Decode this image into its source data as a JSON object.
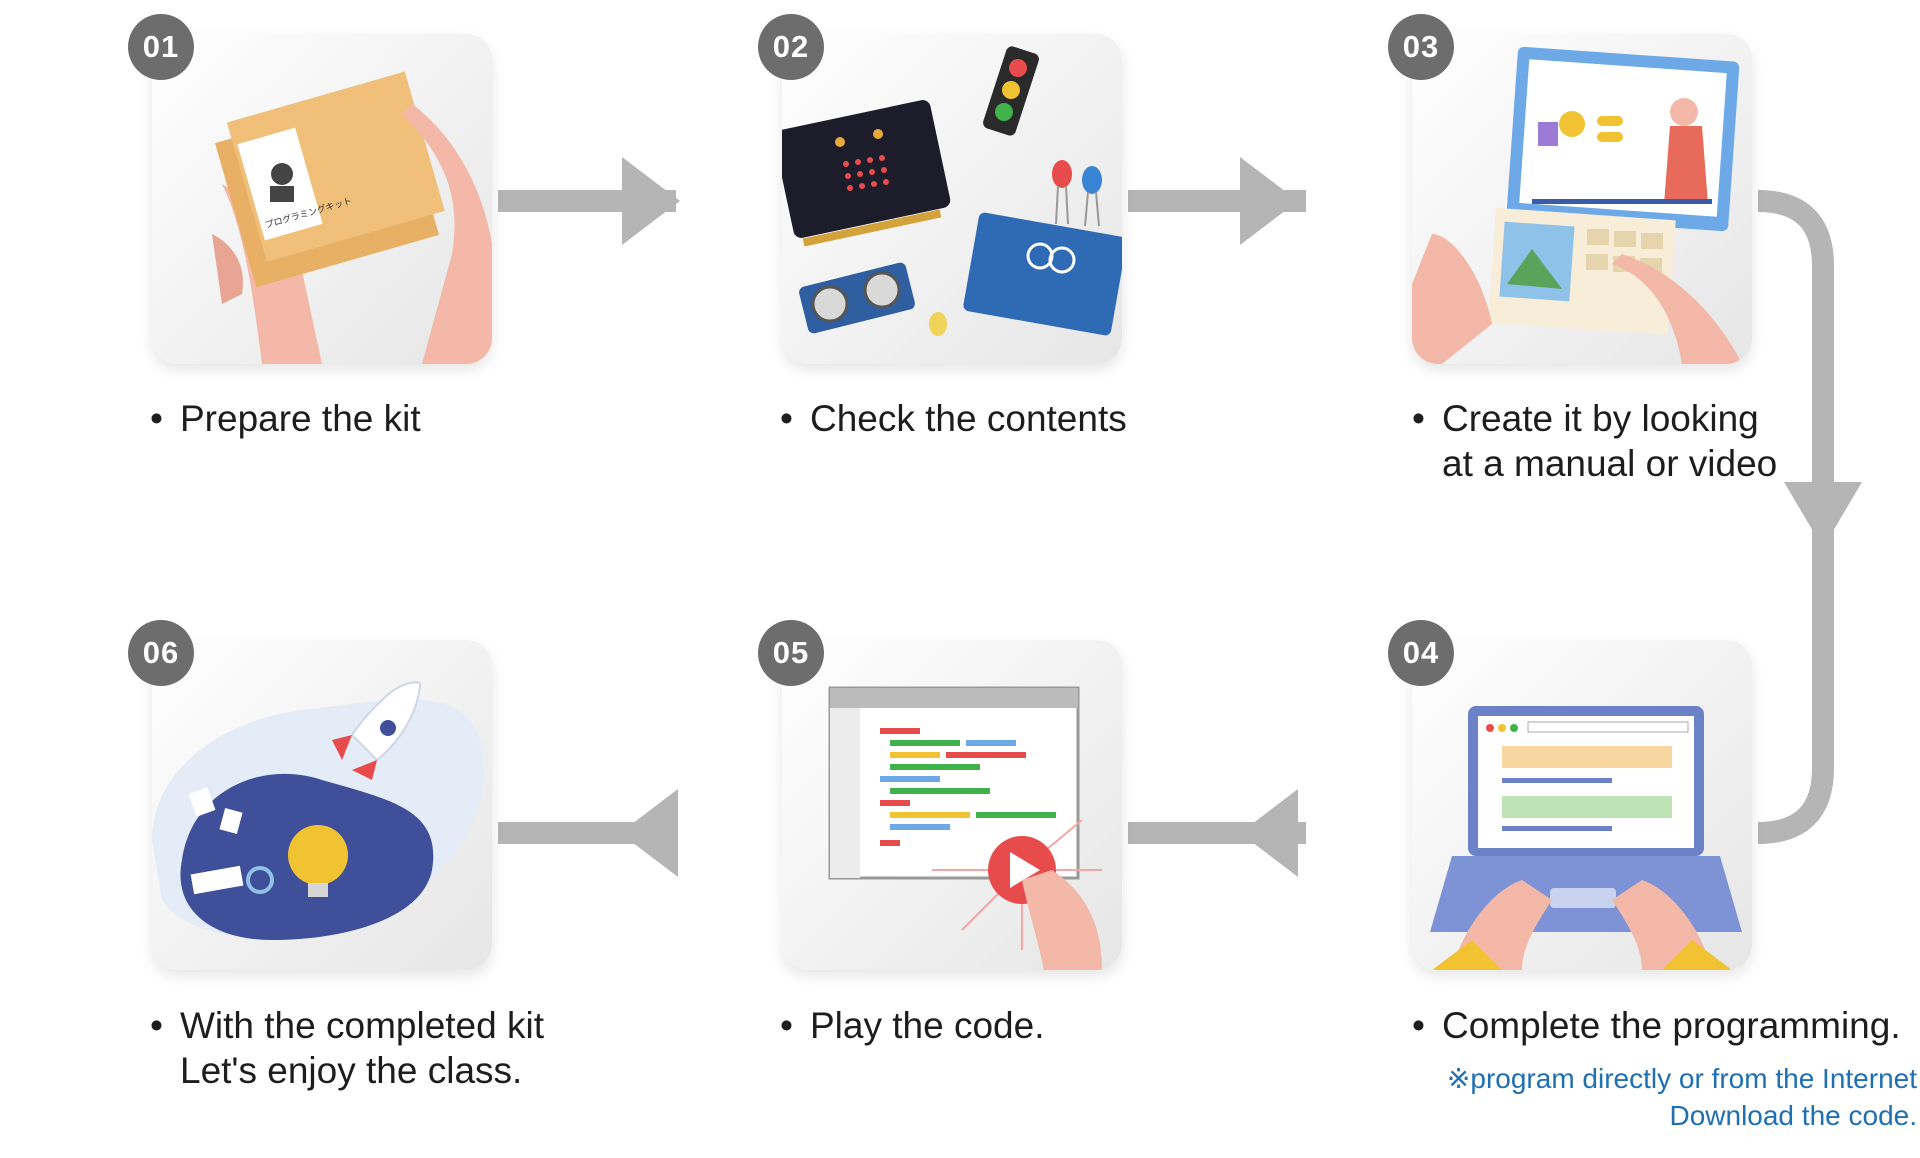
{
  "steps": [
    {
      "num": "01",
      "caption_lines": [
        "Prepare the kit"
      ]
    },
    {
      "num": "02",
      "caption_lines": [
        "Check the contents"
      ]
    },
    {
      "num": "03",
      "caption_lines": [
        "Create it by looking",
        "at a manual or video"
      ]
    },
    {
      "num": "04",
      "caption_lines": [
        "Complete the programming."
      ]
    },
    {
      "num": "05",
      "caption_lines": [
        "Play the code."
      ]
    },
    {
      "num": "06",
      "caption_lines": [
        "With the completed kit",
        "Let's enjoy the class."
      ]
    }
  ],
  "note": {
    "mark": "※",
    "line1": "program directly or from the Internet",
    "line2": "Download the code."
  },
  "box_label": "プログラミングキット",
  "colors": {
    "badge": "#6d6d6d",
    "arrow": "#b5b5b5",
    "note": "#1f6fb3",
    "accent": "#e84b4b"
  }
}
